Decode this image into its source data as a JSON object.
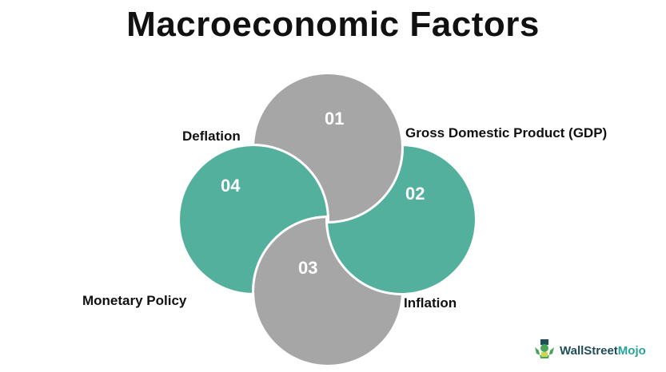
{
  "title": "Macroeconomic Factors",
  "colors": {
    "gray": "#a6a6a6",
    "teal": "#52b09c"
  },
  "factors": [
    {
      "number": "01",
      "label": "Gross Domestic Product (GDP)",
      "color": "gray"
    },
    {
      "number": "02",
      "label": "Inflation",
      "color": "teal"
    },
    {
      "number": "03",
      "label": "Monetary Policy",
      "color": "gray"
    },
    {
      "number": "04",
      "label": "Deflation",
      "color": "teal"
    }
  ],
  "logo": {
    "part1": "WallStreet",
    "part2": "Mojo"
  }
}
